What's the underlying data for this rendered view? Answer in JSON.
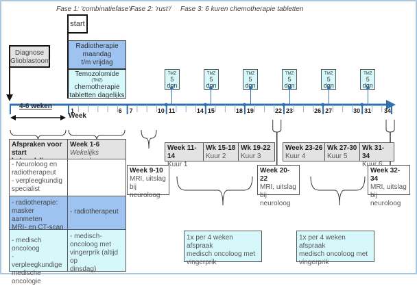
{
  "phases": [
    "Fase 1: 'combinatiefase'/",
    "Fase 2: 'rust'/",
    "Fase 3: 6 kuren chemotherapie tabletten"
  ],
  "start_label": "start",
  "diagnosis": "Diagnose Glioblastoom",
  "radiotherapy": [
    "Radiotherapie",
    "maandag",
    "t/m vrijdag"
  ],
  "temozolomide": {
    "line1": "Temozolomide",
    "line2": "(TMZ)",
    "line3": "chemotherapie",
    "line4": "tabletten dagelijks"
  },
  "tmz_marker": {
    "name": "TMZ",
    "days": "5",
    "unit": "dgn"
  },
  "tmz_weeks": [
    11,
    15,
    19,
    23,
    27,
    31
  ],
  "pre_period": "4-6 weken",
  "week_axis_label": "Week",
  "week_ticks": [
    "1",
    "6",
    "7",
    "10",
    "11",
    "14",
    "15",
    "18",
    "19",
    "22",
    "23",
    "26",
    "27",
    "30",
    "31",
    "34"
  ],
  "table": {
    "header_left_title": "Afspraken voor start behandeling",
    "header_right_title": "Week 1-6",
    "header_right_sub": "Wekelijks controle:",
    "rows": [
      {
        "left": [
          "- Neuroloog en",
          "radiotherapeut",
          "- verpleegkundig",
          "specialist"
        ],
        "right": []
      },
      {
        "left": [
          "- radiotherapie:",
          "masker aanmeten",
          "MRI- en CT-scan"
        ],
        "right": [
          "- radiotherapeut"
        ]
      },
      {
        "left": [
          "- medisch oncoloog",
          "- verpleegkundige",
          "medische oncologie"
        ],
        "right": [
          "- medisch-",
          "oncoloog met",
          "vingerprik (altijd op",
          "dinsdag)"
        ]
      }
    ]
  },
  "cures": [
    {
      "weeks": "Week 11- 14",
      "label": "Kuur 1"
    },
    {
      "weeks": "Wk 15-18",
      "label": "Kuur 2"
    },
    {
      "weeks": "Wk 19-22",
      "label": "Kuur 3"
    },
    {
      "weeks": "Week 23-26",
      "label": "Kuur 4"
    },
    {
      "weeks": "Wk 27-30",
      "label": "Kuur 5"
    },
    {
      "weeks": "Wk 31-34",
      "label": "Kuur 6"
    }
  ],
  "mri": [
    {
      "weeks": "Week 9-10",
      "line1": "MRI, uitslag",
      "line2": "bij neuroloog"
    },
    {
      "weeks": "Week 20-22",
      "line1": "MRI, uitslag",
      "line2": "bij neuroloog"
    },
    {
      "weeks": "Week 32-34",
      "line1": "MRI, uitslag",
      "line2": "bij neuroloog"
    }
  ],
  "oncology_notes": [
    {
      "line1": "1x per 4 weken afspraak",
      "line2": "medisch oncoloog met",
      "line3": "vingerprik"
    },
    {
      "line1": "1x per 4 weken afspraak",
      "line2": "medisch oncoloog met",
      "line3": "vingerprik"
    }
  ],
  "colors": {
    "axis": "#2f6fad",
    "radiotherapy": "#9ec3f0",
    "chemo": "#d6f8fb",
    "grey": "#e3e3e3"
  }
}
